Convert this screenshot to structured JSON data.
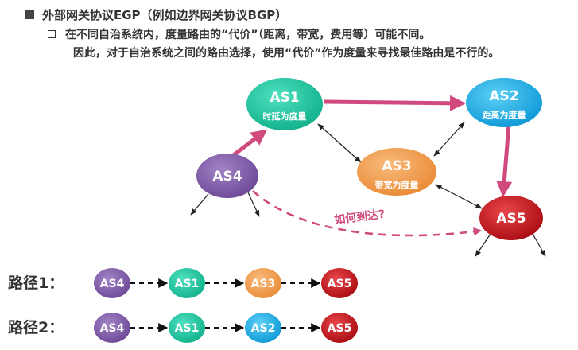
{
  "header": {
    "title": "外部网关协议EGP（例如边界网关协议BGP）",
    "line1": "在不同自治系统内，度量路由的“代价”（距离，带宽，费用等）可能不同。",
    "line2": "因此，对于自治系统之间的路由选择，使用“代价”作为度量来寻找最佳路由是不行的。"
  },
  "nodes": {
    "as1": {
      "name": "AS1",
      "metric": "时延为度量",
      "color": "#16c8a0"
    },
    "as2": {
      "name": "AS2",
      "metric": "距离为度量",
      "color": "#1ab0ea"
    },
    "as3": {
      "name": "AS3",
      "metric": "带宽为度量",
      "color": "#f2994a"
    },
    "as4": {
      "name": "AS4",
      "metric": "",
      "color": "#7f5ba8"
    },
    "as5": {
      "name": "AS5",
      "metric": "",
      "color": "#c0141a"
    }
  },
  "question": "如何到达?",
  "colors": {
    "path_arrow": "#d04a7e",
    "thin_arrow": "#222222"
  },
  "routes": [
    {
      "label": "路径1：",
      "hops": [
        "AS4",
        "AS1",
        "AS3",
        "AS5"
      ]
    },
    {
      "label": "路径2：",
      "hops": [
        "AS4",
        "AS1",
        "AS2",
        "AS5"
      ]
    }
  ]
}
